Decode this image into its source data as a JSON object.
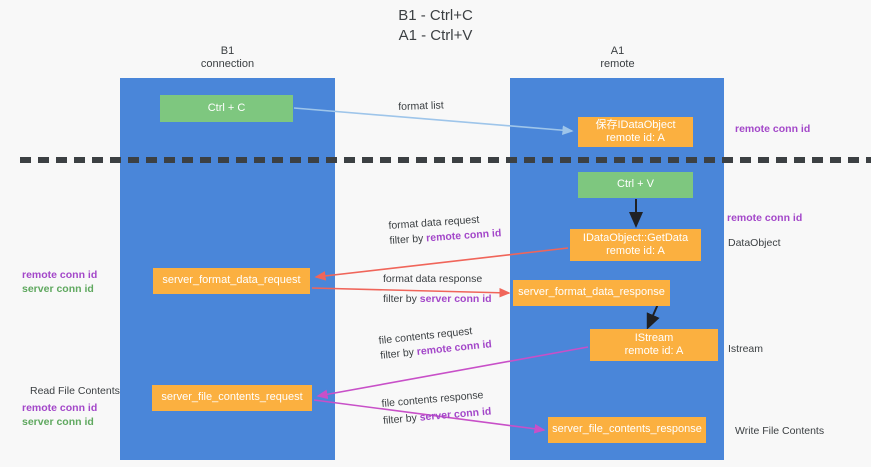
{
  "title": {
    "line1": "B1 - Ctrl+C",
    "line2": "A1 - Ctrl+V"
  },
  "columns": [
    {
      "id": "b1",
      "name": "B1",
      "subtitle": "connection"
    },
    {
      "id": "a1",
      "name": "A1",
      "subtitle": "remote"
    }
  ],
  "nodes": [
    {
      "id": "ctrl-c",
      "line1": "Ctrl + C",
      "line2": "",
      "color": "#7ec77f",
      "column": "b1"
    },
    {
      "id": "save-idataobject",
      "line1": "保存IDataObject",
      "line2": "remote id: A",
      "color": "#fbb040",
      "column": "a1"
    },
    {
      "id": "ctrl-v",
      "line1": "Ctrl + V",
      "line2": "",
      "color": "#7ec77f",
      "column": "a1"
    },
    {
      "id": "getdata",
      "line1": "IDataObject::GetData",
      "line2": "remote id: A",
      "color": "#fbb040",
      "column": "a1"
    },
    {
      "id": "server-format-data-request",
      "line1": "server_format_data_request",
      "line2": "",
      "color": "#fbb040",
      "column": "b1"
    },
    {
      "id": "server-format-data-response",
      "line1": "server_format_data_response",
      "line2": "",
      "color": "#fbb040",
      "column": "a1"
    },
    {
      "id": "istream",
      "line1": "IStream",
      "line2": "remote id: A",
      "color": "#fbb040",
      "column": "a1"
    },
    {
      "id": "server-file-contents-request",
      "line1": "server_file_contents_request",
      "line2": "",
      "color": "#fbb040",
      "column": "b1"
    },
    {
      "id": "server-file-contents-response",
      "line1": "server_file_contents_response",
      "line2": "",
      "color": "#fbb040",
      "column": "a1"
    }
  ],
  "edges": [
    {
      "id": "format-list",
      "label": "format list",
      "filter_prefix": "",
      "filter_key": "",
      "color": "#9ec5ea"
    },
    {
      "id": "format-data-request",
      "label": "format data request",
      "filter_prefix": "filter by ",
      "filter_key": "remote conn id",
      "color": "#f0655a"
    },
    {
      "id": "format-data-response",
      "label": "format data response",
      "filter_prefix": "filter by ",
      "filter_key": "server conn id",
      "color": "#f0655a"
    },
    {
      "id": "file-contents-request",
      "label": "file contents request",
      "filter_prefix": "filter by ",
      "filter_key": "remote conn id",
      "color": "#c850c8"
    },
    {
      "id": "file-contents-response",
      "label": "file contents response",
      "filter_prefix": "filter by ",
      "filter_key": "server conn id",
      "color": "#c850c8"
    }
  ],
  "right_labels": [
    {
      "id": "remote-conn-id-1",
      "text": "remote conn id",
      "style": "purple"
    },
    {
      "id": "remote-conn-id-2",
      "text": "remote conn id",
      "style": "purple"
    },
    {
      "id": "dataobject",
      "text": "DataObject",
      "style": "plain"
    },
    {
      "id": "istream",
      "text": "Istream",
      "style": "plain"
    },
    {
      "id": "write-file-contents",
      "text": "Write File Contents",
      "style": "plain"
    }
  ],
  "left_labels": {
    "mid_remote": "remote conn id",
    "mid_server": "server conn id",
    "read_file_contents": "Read File Contents",
    "bottom_remote": "remote conn id",
    "bottom_server": "server conn id"
  },
  "colors": {
    "panel": "#4a86d9",
    "node_green": "#7ec77f",
    "node_orange": "#fbb040",
    "accent_purple": "#a347c9",
    "accent_green": "#5fa85f",
    "wire_red": "#f0655a",
    "wire_magenta": "#c850c8",
    "wire_blue": "#9ec5ea",
    "wire_black": "#202124",
    "background": "#f8f8f8"
  }
}
